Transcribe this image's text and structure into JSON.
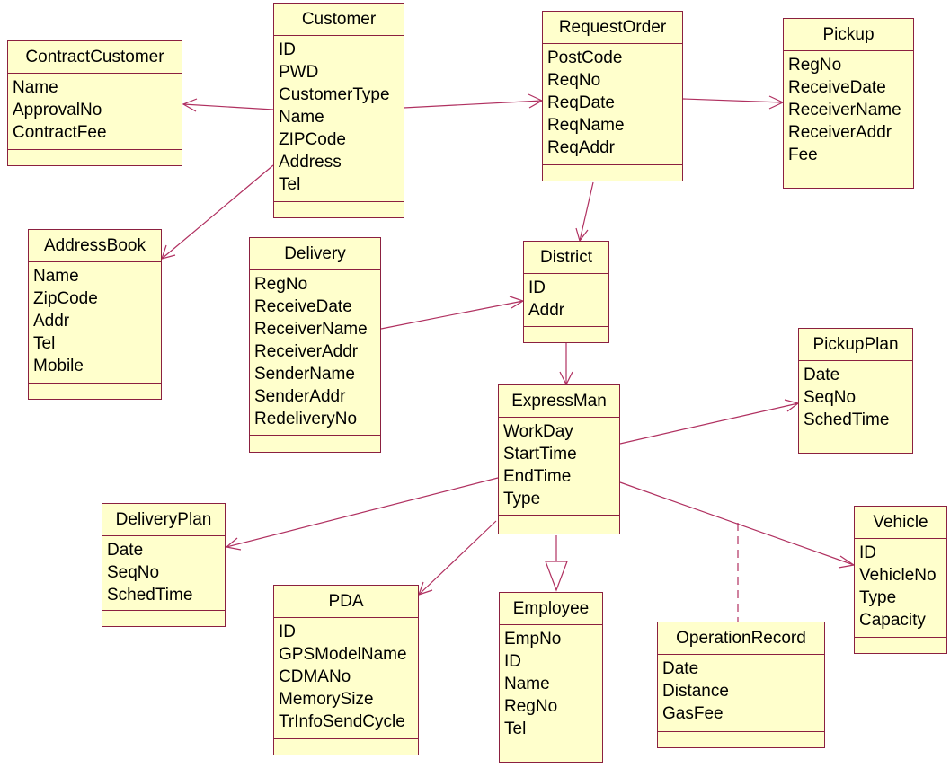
{
  "colors": {
    "class_fill": "#ffffcc",
    "class_border": "#8b2040",
    "link": "#b03060",
    "text": "#000000"
  },
  "classes": [
    {
      "key": "customer",
      "name": "Customer",
      "attributes": [
        "ID",
        "PWD",
        "CustomerType",
        "Name",
        "ZIPCode",
        "Address",
        "Tel"
      ]
    },
    {
      "key": "contract-customer",
      "name": "ContractCustomer",
      "attributes": [
        "Name",
        "ApprovalNo",
        "ContractFee"
      ]
    },
    {
      "key": "request-order",
      "name": "RequestOrder",
      "attributes": [
        "PostCode",
        "ReqNo",
        "ReqDate",
        "ReqName",
        "ReqAddr"
      ]
    },
    {
      "key": "pickup",
      "name": "Pickup",
      "attributes": [
        "RegNo",
        "ReceiveDate",
        "ReceiverName",
        "ReceiverAddr",
        "Fee"
      ]
    },
    {
      "key": "address-book",
      "name": "AddressBook",
      "attributes": [
        "Name",
        "ZipCode",
        "Addr",
        "Tel",
        "Mobile"
      ]
    },
    {
      "key": "delivery",
      "name": "Delivery",
      "attributes": [
        "RegNo",
        "ReceiveDate",
        "ReceiverName",
        "ReceiverAddr",
        "SenderName",
        "SenderAddr",
        "RedeliveryNo"
      ]
    },
    {
      "key": "district",
      "name": "District",
      "attributes": [
        "ID",
        "Addr"
      ]
    },
    {
      "key": "pickup-plan",
      "name": "PickupPlan",
      "attributes": [
        "Date",
        "SeqNo",
        "SchedTime"
      ]
    },
    {
      "key": "express-man",
      "name": "ExpressMan",
      "attributes": [
        "WorkDay",
        "StartTime",
        "EndTime",
        "Type"
      ]
    },
    {
      "key": "delivery-plan",
      "name": "DeliveryPlan",
      "attributes": [
        "Date",
        "SeqNo",
        "SchedTime"
      ]
    },
    {
      "key": "pda",
      "name": "PDA",
      "attributes": [
        "ID",
        "GPSModelName",
        "CDMANo",
        "MemorySize",
        "TrInfoSendCycle"
      ]
    },
    {
      "key": "employee",
      "name": "Employee",
      "attributes": [
        "EmpNo",
        "ID",
        "Name",
        "RegNo",
        "Tel"
      ]
    },
    {
      "key": "operation-record",
      "name": "OperationRecord",
      "attributes": [
        "Date",
        "Distance",
        "GasFee"
      ]
    },
    {
      "key": "vehicle",
      "name": "Vehicle",
      "attributes": [
        "ID",
        "VehicleNo",
        "Type",
        "Capacity"
      ]
    }
  ],
  "relationships": [
    {
      "from": "Customer",
      "to": "ContractCustomer",
      "kind": "association"
    },
    {
      "from": "Customer",
      "to": "RequestOrder",
      "kind": "association"
    },
    {
      "from": "Customer",
      "to": "AddressBook",
      "kind": "association"
    },
    {
      "from": "RequestOrder",
      "to": "Pickup",
      "kind": "association"
    },
    {
      "from": "RequestOrder",
      "to": "District",
      "kind": "association"
    },
    {
      "from": "Delivery",
      "to": "District",
      "kind": "association"
    },
    {
      "from": "District",
      "to": "ExpressMan",
      "kind": "association"
    },
    {
      "from": "ExpressMan",
      "to": "PickupPlan",
      "kind": "association"
    },
    {
      "from": "ExpressMan",
      "to": "DeliveryPlan",
      "kind": "association"
    },
    {
      "from": "ExpressMan",
      "to": "PDA",
      "kind": "association"
    },
    {
      "from": "ExpressMan",
      "to": "Employee",
      "kind": "generalization"
    },
    {
      "from": "ExpressMan",
      "to": "Vehicle",
      "kind": "association"
    },
    {
      "from": "OperationRecord",
      "to": "ExpressMan-Vehicle",
      "kind": "association-class"
    }
  ]
}
